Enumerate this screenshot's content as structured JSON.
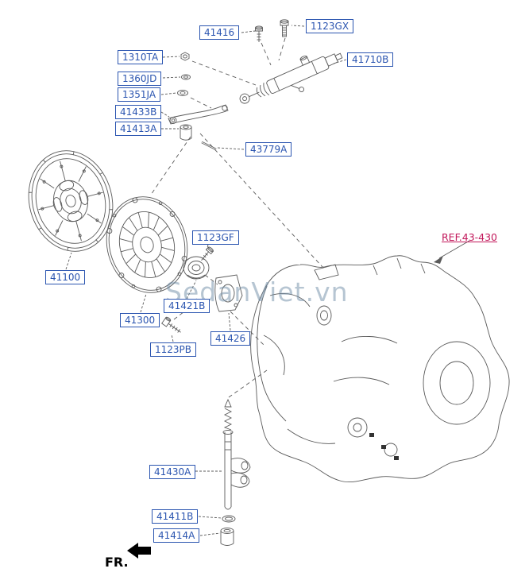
{
  "colors": {
    "label-blue": "#2b55b0",
    "ref-red": "#c2185b",
    "line-gray": "#5a5a5a",
    "watermark-color": "rgba(110,140,165,0.5)"
  },
  "watermark": {
    "text": "SedanViet.vn"
  },
  "fr": {
    "label": "FR."
  },
  "ref": {
    "label": "REF.43-430"
  },
  "parts": [
    {
      "code": "41416"
    },
    {
      "code": "1123GX"
    },
    {
      "code": "1310TA"
    },
    {
      "code": "41710B"
    },
    {
      "code": "1360JD"
    },
    {
      "code": "1351JA"
    },
    {
      "code": "41433B"
    },
    {
      "code": "41413A"
    },
    {
      "code": "43779A"
    },
    {
      "code": "1123GF"
    },
    {
      "code": "41100"
    },
    {
      "code": "41421B"
    },
    {
      "code": "41300"
    },
    {
      "code": "41426"
    },
    {
      "code": "1123PB"
    },
    {
      "code": "41430A"
    },
    {
      "code": "41411B"
    },
    {
      "code": "41414A"
    }
  ]
}
